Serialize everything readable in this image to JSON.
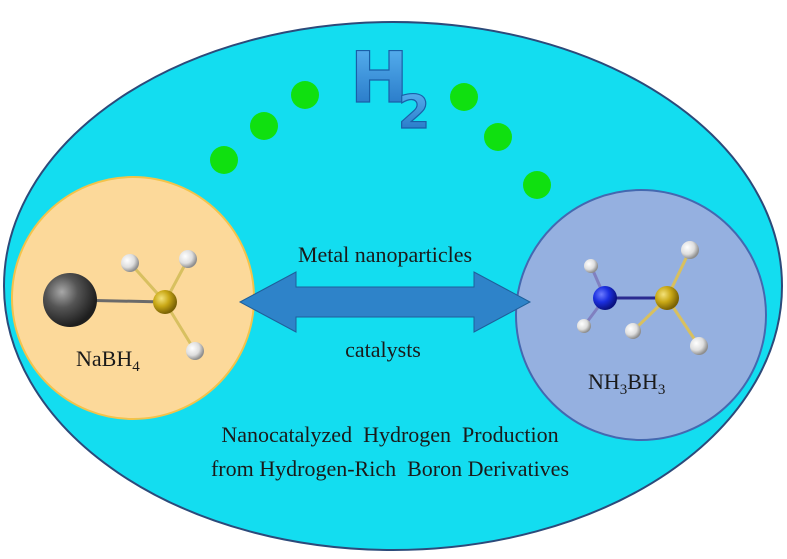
{
  "title": {
    "main": "H",
    "subscript": "2"
  },
  "left_molecule": {
    "name_parts": [
      "NaBH",
      "4"
    ]
  },
  "right_molecule": {
    "name_parts": [
      "NH",
      "3",
      "BH",
      "3"
    ]
  },
  "arrow": {
    "top_label": "Metal nanoparticles",
    "bottom_label": "catalysts"
  },
  "caption": {
    "line1": "Nanocatalyzed  Hydrogen  Production",
    "line2": "from Hydrogen-Rich  Boron Derivatives"
  },
  "colors": {
    "ellipse_fill": "#13ddf0",
    "ellipse_stroke": "#2c4a7a",
    "left_circle_fill": "#fcd99a",
    "left_circle_stroke": "#f3c34a",
    "right_circle_fill": "#95b0e0",
    "right_circle_stroke": "#4468b0",
    "arrow_fill": "#2e83c9",
    "dots_fill": "#10e010",
    "h2_fill": "#2a8fd6"
  }
}
